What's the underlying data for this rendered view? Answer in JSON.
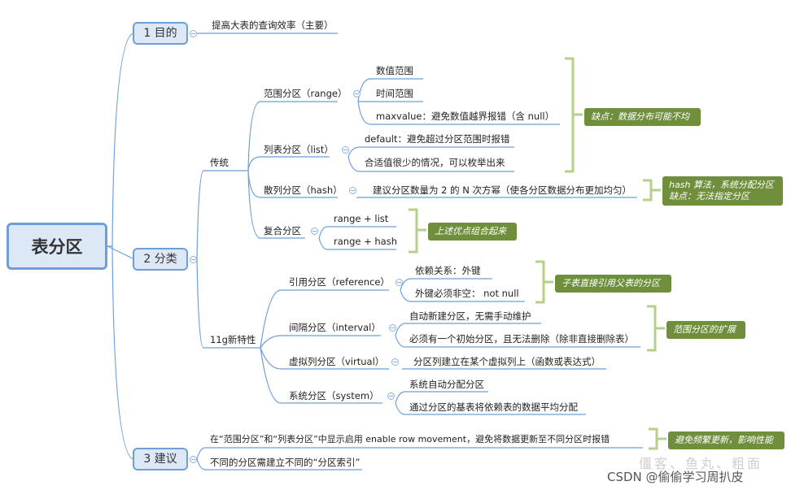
{
  "root": "表分区",
  "sections": {
    "purpose": {
      "label": "1 目的",
      "items": [
        "提高大表的查询效率（主要）"
      ]
    },
    "classify": {
      "label": "2 分类",
      "traditional": {
        "label": "传统",
        "range": {
          "label": "范围分区（range）",
          "items": [
            "数值范围",
            "时间范围",
            "maxvalue：避免数值越界报错（含 null）"
          ]
        },
        "list": {
          "label": "列表分区（list）",
          "items": [
            "default：避免超过分区范围时报错",
            "合适值很少的情况，可以枚举出来"
          ]
        },
        "hash": {
          "label": "散列分区（hash）",
          "items": [
            "建议分区数量为 2 的 N 次方幂（使各分区数据分布更加均匀）"
          ]
        },
        "composite": {
          "label": "复合分区",
          "items": [
            "range + list",
            "range + hash"
          ]
        }
      },
      "new11g": {
        "label": "11g新特性",
        "reference": {
          "label": "引用分区（reference）",
          "items": [
            "依赖关系：外键",
            "外键必须非空： not null"
          ]
        },
        "interval": {
          "label": "间隔分区（interval）",
          "items": [
            "自动新建分区，无需手动维护",
            "必须有一个初始分区，且无法删除（除非直接删除表）"
          ]
        },
        "virtual": {
          "label": "虚拟列分区（virtual）",
          "items": [
            "分区列建立在某个虚拟列上（函数或表达式）"
          ]
        },
        "system": {
          "label": "系统分区（system）",
          "items": [
            "系统自动分配分区",
            "通过分区的基表将依赖表的数据平均分配"
          ]
        }
      }
    },
    "advice": {
      "label": "3 建议",
      "items": [
        "在“范围分区”和“列表分区”中显示启用 enable row movement，避免将数据更新至不同分区时报错",
        "不同的分区需建立不同的“分区索引”"
      ]
    }
  },
  "notes": {
    "range_list": "缺点：数据分布可能不均",
    "hash_line1": "hash 算法，系统分配分区",
    "hash_line2": "缺点：无法指定分区",
    "composite": "上述优点组合起来",
    "reference": "子表直接引用父表的分区",
    "interval": "范围分区的扩展",
    "advice": "避免频繁更新，影响性能"
  },
  "watermark": "僵客、鱼丸、粗面",
  "credit": "CSDN @偷偷学习周扒皮",
  "colors": {
    "line": "#6f9fd8",
    "bracket": "#b5d08b",
    "note": "#6f8f3c",
    "box_fill": "#dde8f6"
  }
}
